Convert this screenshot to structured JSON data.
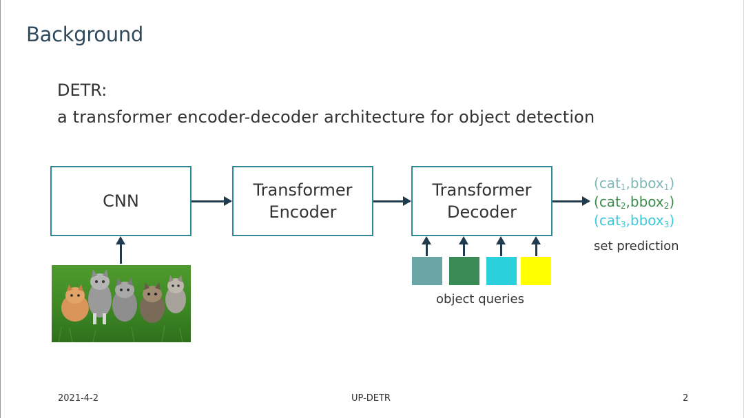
{
  "slide": {
    "title": "Background",
    "subtitle_line1": "DETR:",
    "subtitle_line2": "a transformer encoder-decoder architecture for object detection"
  },
  "diagram": {
    "cnn_label": "CNN",
    "encoder_label_line1": "Transformer",
    "encoder_label_line2": "Encoder",
    "decoder_label_line1": "Transformer",
    "decoder_label_line2": "Decoder",
    "object_queries_label": "object queries",
    "set_prediction_label": "set prediction",
    "query_colors": [
      "#6aa6a6",
      "#3a8a55",
      "#2ad0dc",
      "#ffff00"
    ],
    "predictions": [
      {
        "cat": "cat",
        "bbox": "bbox",
        "index": "1",
        "color": "#7fb7b5"
      },
      {
        "cat": "cat",
        "bbox": "bbox",
        "index": "2",
        "color": "#3c8a4a"
      },
      {
        "cat": "cat",
        "bbox": "bbox",
        "index": "3",
        "color": "#3cc8d8"
      }
    ]
  },
  "footer": {
    "date": "2021-4-2",
    "center": "UP-DETR",
    "page": "2"
  }
}
